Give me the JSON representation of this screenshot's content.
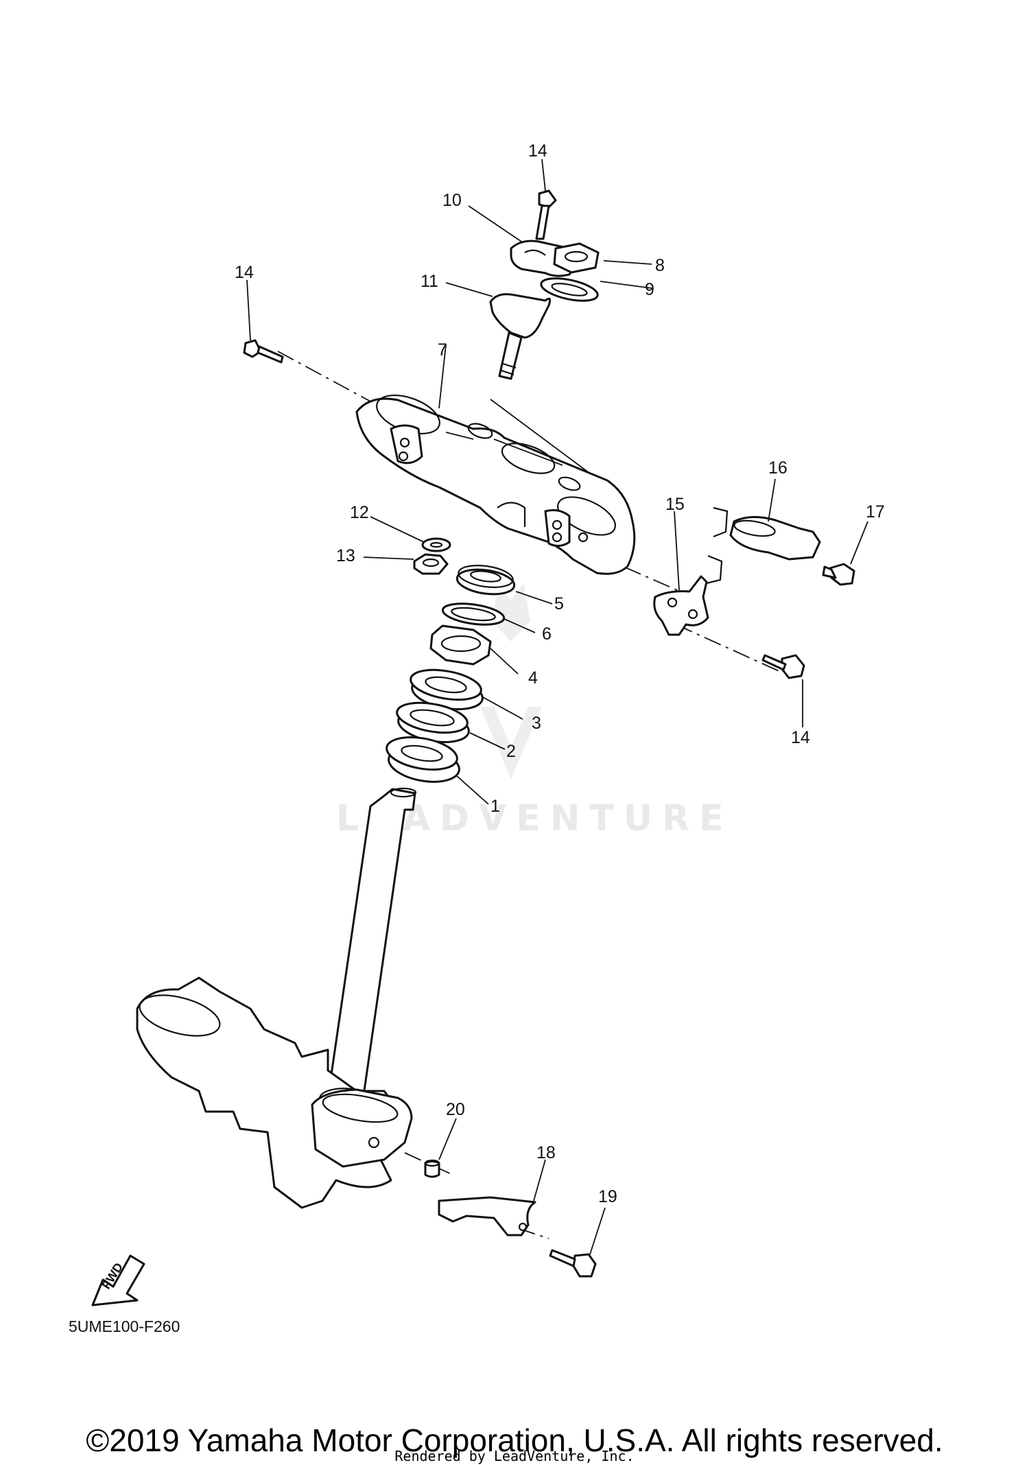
{
  "diagram": {
    "code": "5UME100-F260",
    "fwd_label": "FWD",
    "watermark": "LEADVENTURE",
    "callouts": {
      "c1": "1",
      "c2": "2",
      "c3": "3",
      "c4": "4",
      "c5": "5",
      "c6": "6",
      "c7": "7",
      "c8": "8",
      "c9": "9",
      "c10": "10",
      "c11": "11",
      "c12": "12",
      "c13": "13",
      "c14a": "14",
      "c14b": "14",
      "c14c": "14",
      "c15": "15",
      "c16": "16",
      "c17": "17",
      "c18": "18",
      "c19": "19",
      "c20": "20"
    }
  },
  "footer": {
    "copyright": "©2019 Yamaha Motor Corporation, U.S.A. All rights reserved.",
    "rendered_by": "Rendered by LeadVenture, Inc."
  }
}
